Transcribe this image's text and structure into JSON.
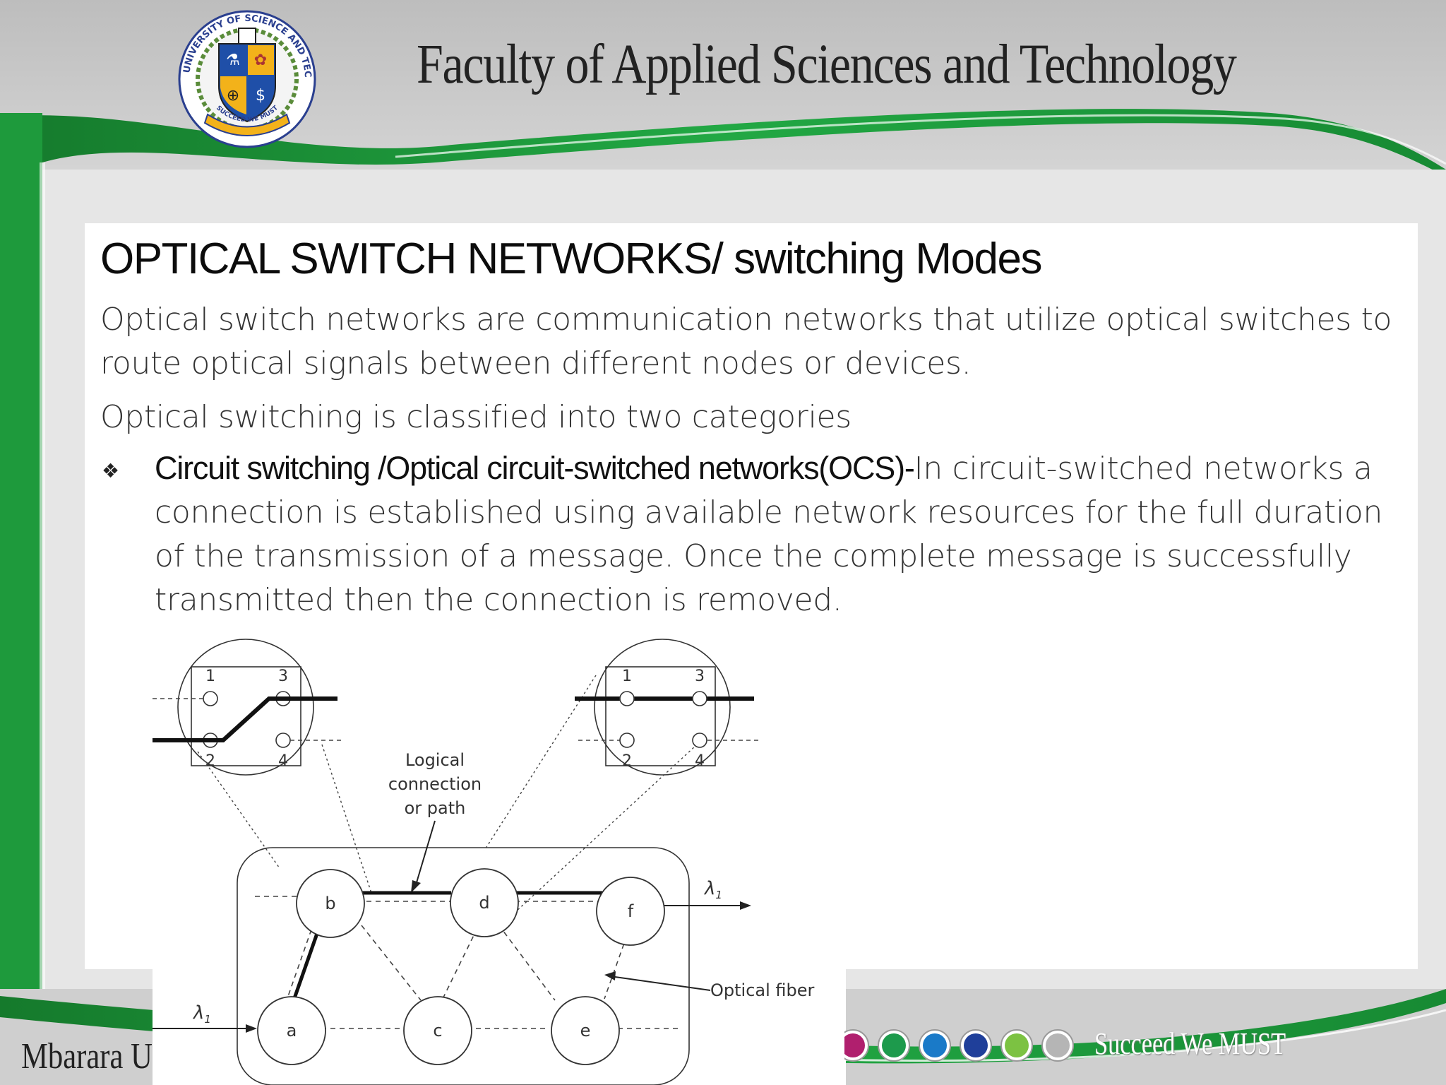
{
  "header": {
    "faculty_title": "Faculty of Applied Sciences and Technology",
    "logo": {
      "ring_text": "MBARARA UNIVERSITY OF SCIENCE AND TECHNOLOGY",
      "motto": "SUCCEED WE MUST"
    }
  },
  "slide": {
    "title": "OPTICAL SWITCH NETWORKS/ switching Modes",
    "intro": "Optical switch networks are communication networks that utilize optical switches to route optical signals between different nodes or devices.",
    "classify": "Optical switching is classified into two categories",
    "bullet": {
      "marker": "❖",
      "heading": "Circuit switching /Optical circuit-switched networks(OCS)-",
      "text": "In circuit-switched networks a connection is established using available network resources for the full duration of the transmission of a message. Once the complete message is successfully transmitted then the connection is removed."
    }
  },
  "diagram": {
    "nodes": [
      "a",
      "b",
      "c",
      "d",
      "e",
      "f"
    ],
    "switch_left_ports": [
      "1",
      "3",
      "2",
      "4"
    ],
    "switch_right_ports": [
      "1",
      "3",
      "2",
      "4"
    ],
    "logical_label": [
      "Logical",
      "connection",
      "or path"
    ],
    "fiber_label": "Optical fiber",
    "wavelength_label": "λ",
    "wavelength_sub": "1"
  },
  "footer": {
    "left_text": "Mbarara U",
    "tagline": "Succeed We MUST",
    "dot_colors": [
      "#b01f6e",
      "#1d9a4c",
      "#1a7ac8",
      "#1f3f9a",
      "#7cc242",
      "#b5b5b5"
    ]
  },
  "colors": {
    "brand_green": "#1e9a3c",
    "header_gray": "#cfcfcf"
  }
}
